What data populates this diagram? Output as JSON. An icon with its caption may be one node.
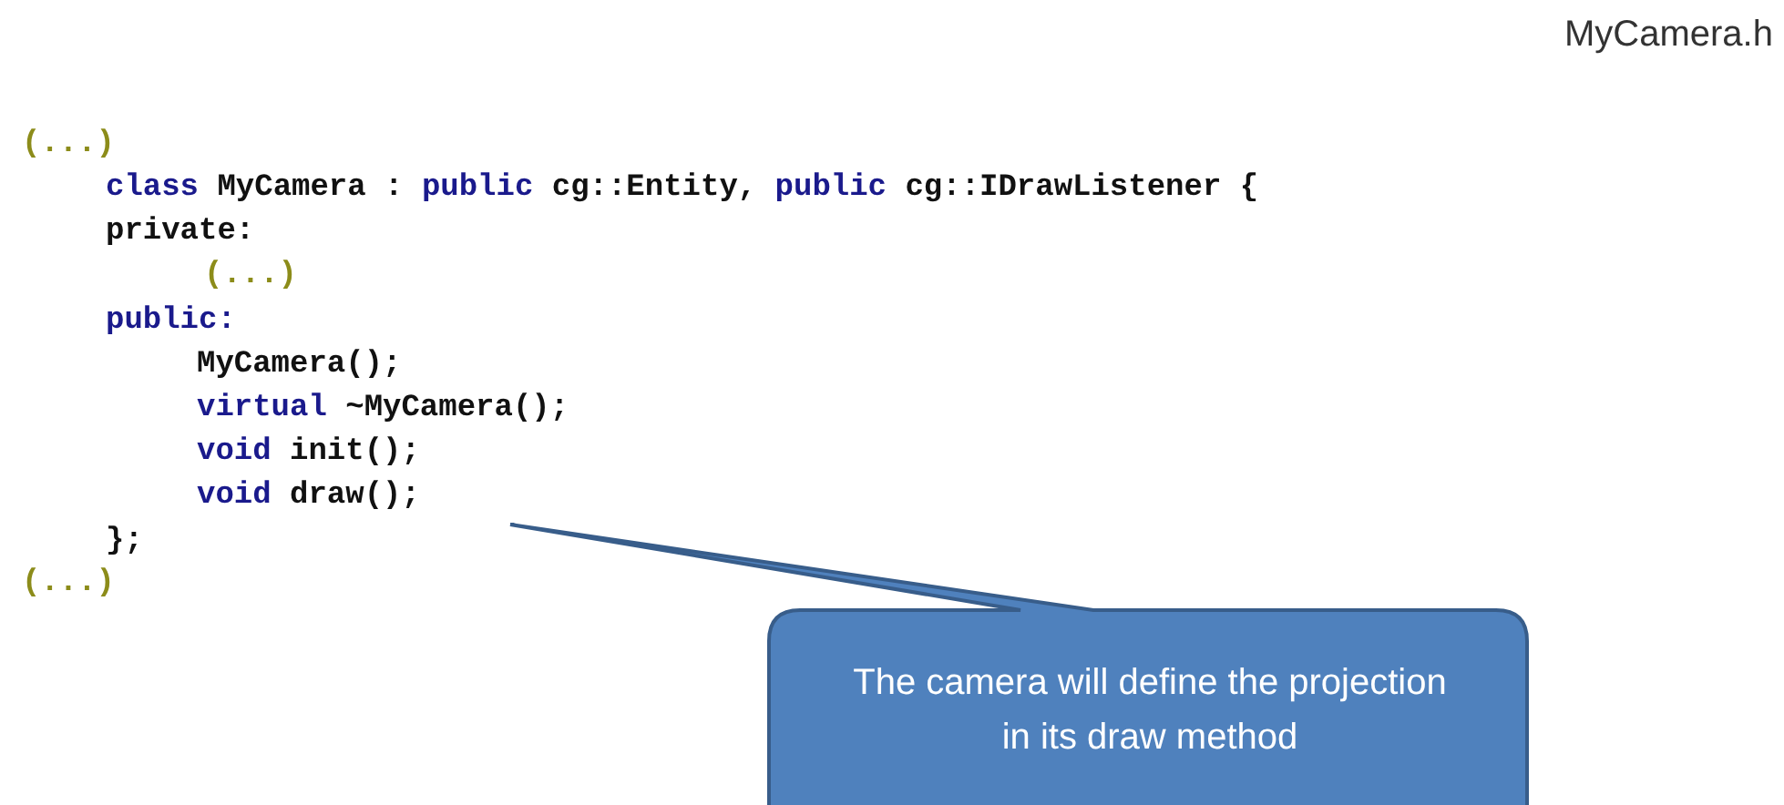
{
  "diagram": {
    "title": "MyCamera.h",
    "nodes": [
      {
        "text": [
          "The camera will define the projection in its draw method"
        ]
      }
    ],
    "labels": [
      "(...)",
      "class MyCamera : public cg::Entity, public cg::IDrawListener {",
      "private:",
      "(...)",
      "public:",
      "MyCamera();",
      "virtual ~MyCamera();",
      "void init();",
      "void draw();",
      "};",
      "(...)"
    ]
  }
}
